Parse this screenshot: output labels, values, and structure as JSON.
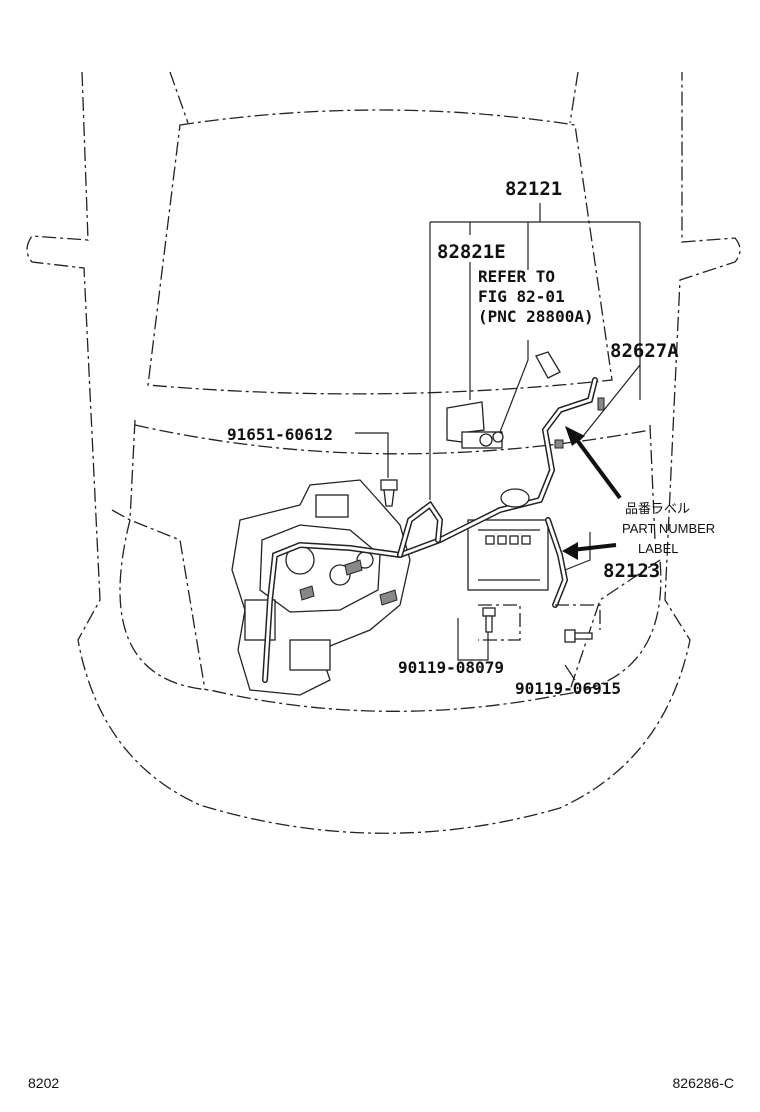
{
  "callouts": {
    "main_harness": "82121",
    "sub_harness": "82821E",
    "refer_line1": "REFER TO",
    "refer_line2": "FIG 82-01",
    "refer_line3": "(PNC 28800A)",
    "wire_82627a": "82627A",
    "clamp_91651": "91651-60612",
    "wire_82123": "82123",
    "bolt_08079": "90119-08079",
    "bolt_06915": "90119-06915"
  },
  "label_note": {
    "japanese": "品番ラベル",
    "line1": "PART NUMBER",
    "line2": "LABEL"
  },
  "footer": {
    "page_code": "8202",
    "figure_code": "826286-C"
  }
}
